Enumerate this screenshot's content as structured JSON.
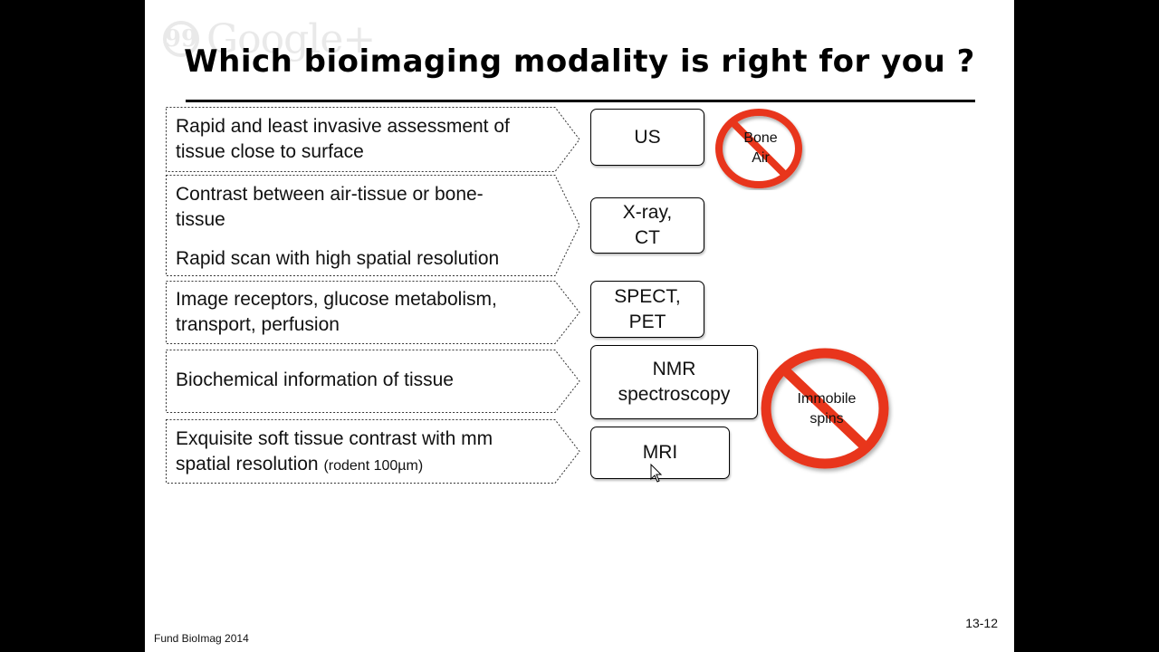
{
  "watermark": {
    "brand": "Google+",
    "glyph": "99"
  },
  "title": "Which bioimaging modality is right for you ?",
  "rows": [
    {
      "lines": [
        "Rapid and least invasive assessment of",
        "tissue close to surface"
      ],
      "modality": [
        "US"
      ]
    },
    {
      "lines": [
        "Contrast between air-tissue or bone-",
        "tissue",
        "",
        "Rapid scan with high spatial resolution"
      ],
      "modality": [
        "X-ray,",
        "CT"
      ]
    },
    {
      "lines": [
        "Image receptors, glucose metabolism,",
        "transport, perfusion"
      ],
      "modality": [
        "SPECT,",
        "PET"
      ]
    },
    {
      "lines": [
        "Biochemical information of tissue"
      ],
      "modality": [
        "NMR",
        "spectroscopy"
      ]
    },
    {
      "lines": [
        "Exquisite soft tissue contrast with mm",
        "spatial resolution"
      ],
      "note": "(rodent 100µm)",
      "modality": [
        "MRI"
      ]
    }
  ],
  "no_signs": [
    {
      "lines": [
        "Bone",
        "Air"
      ]
    },
    {
      "lines": [
        "Immobile",
        "spins"
      ]
    }
  ],
  "footer": {
    "left": "Fund BioImag  2014",
    "right": "13-12"
  },
  "colors": {
    "no_sign_red": "#e8361b",
    "border": "#333333",
    "background": "#000000",
    "slide": "#ffffff"
  }
}
